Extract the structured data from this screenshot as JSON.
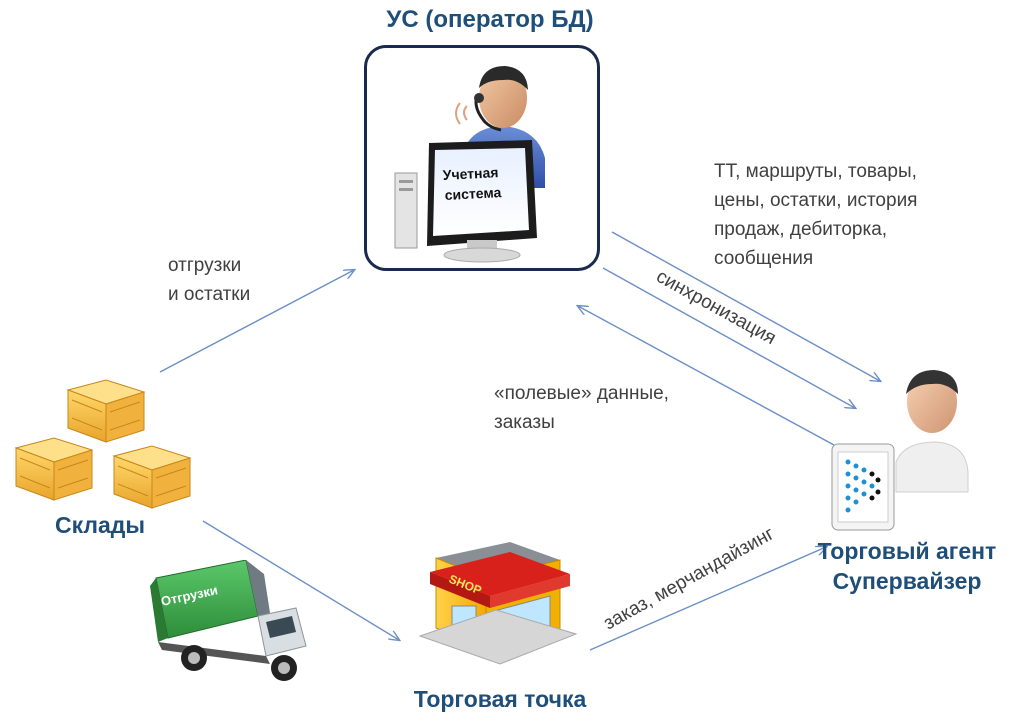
{
  "nodes": {
    "accounting": {
      "title": "УС (оператор БД)",
      "monitor_label_1": "Учетная",
      "monitor_label_2": "система"
    },
    "warehouses": {
      "title": "Склады"
    },
    "agent": {
      "title_line1": "Торговый агент",
      "title_line2": "Супервайзер"
    },
    "shop": {
      "title": "Торговая точка",
      "sign": "SHOP"
    },
    "truck": {
      "label": "Отгрузки"
    }
  },
  "edges": {
    "shipments": {
      "line1": "отгрузки",
      "line2": "и остатки"
    },
    "to_agent": {
      "line1": "ТТ, маршруты, товары,",
      "line2": "цены, остатки, история",
      "line3": "продаж, дебиторка,",
      "line4": "сообщения"
    },
    "sync": {
      "label": "синхронизация"
    },
    "field_data": {
      "line1": "«полевые» данные,",
      "line2": "заказы"
    },
    "order": {
      "label": "заказ, мерчандайзинг"
    }
  },
  "colors": {
    "title": "#1f4e79",
    "arrow": "#6b8fc7",
    "text": "#404040",
    "box_border": "#1a2a4f"
  }
}
